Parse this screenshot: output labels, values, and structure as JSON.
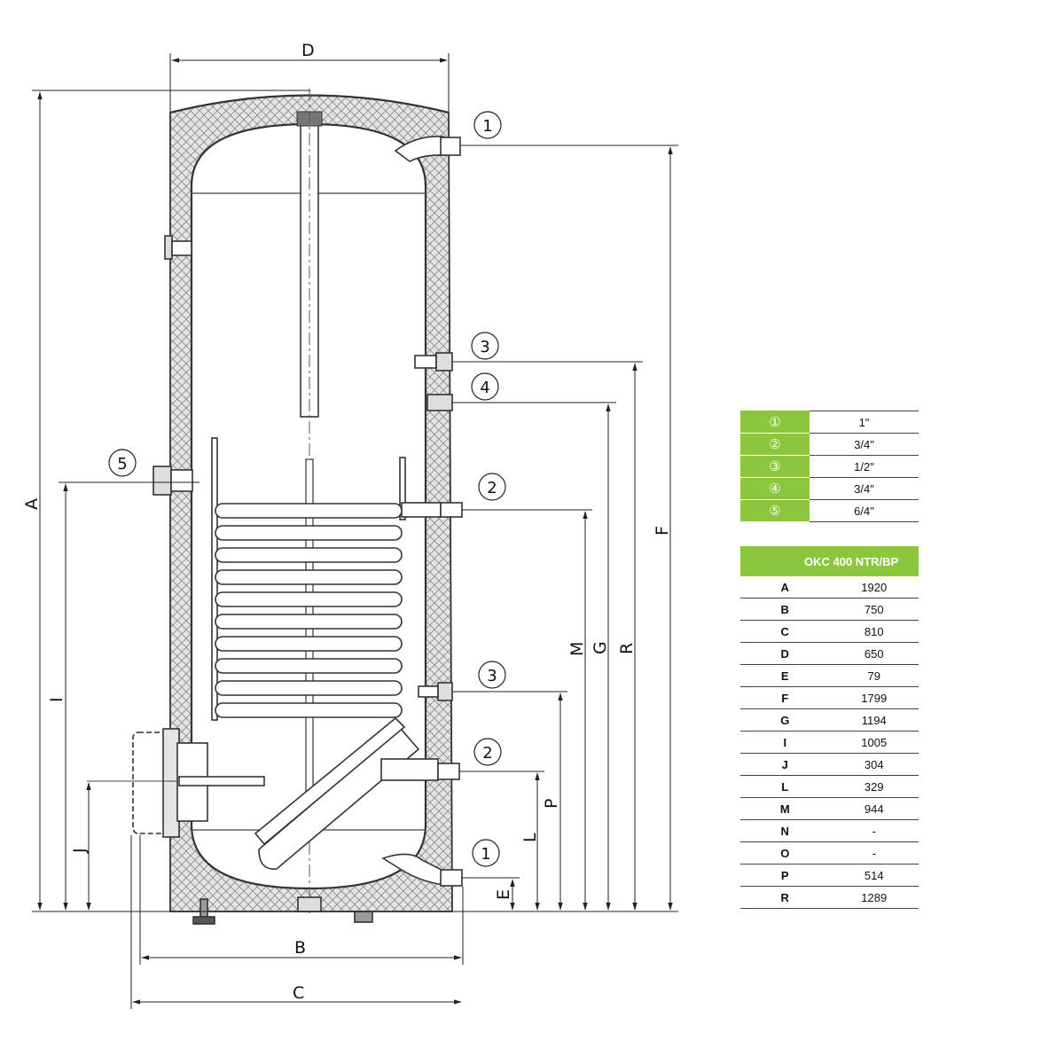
{
  "diagram": {
    "dimension_letters": {
      "D": "D",
      "A": "A",
      "F": "F",
      "R": "R",
      "G": "G",
      "M": "M",
      "I": "I",
      "J": "J",
      "P": "P",
      "L": "L",
      "E": "E",
      "B": "B",
      "C": "C"
    },
    "callouts": [
      {
        "id": "c1-top",
        "label": "1"
      },
      {
        "id": "c3-upper",
        "label": "3"
      },
      {
        "id": "c4",
        "label": "4"
      },
      {
        "id": "c5",
        "label": "5"
      },
      {
        "id": "c2-upper",
        "label": "2"
      },
      {
        "id": "c3-lower",
        "label": "3"
      },
      {
        "id": "c2-lower",
        "label": "2"
      },
      {
        "id": "c1-bottom",
        "label": "1"
      }
    ]
  },
  "connections_table": {
    "rows": [
      {
        "symbol": "①",
        "size": "1\""
      },
      {
        "symbol": "②",
        "size": "3/4\""
      },
      {
        "symbol": "③",
        "size": "1/2\""
      },
      {
        "symbol": "④",
        "size": "3/4\""
      },
      {
        "symbol": "⑤",
        "size": "6/4\""
      }
    ]
  },
  "dimensions_table": {
    "header": "OKC 400 NTR/BP",
    "rows": [
      {
        "key": "A",
        "value": "1920"
      },
      {
        "key": "B",
        "value": "750"
      },
      {
        "key": "C",
        "value": "810"
      },
      {
        "key": "D",
        "value": "650"
      },
      {
        "key": "E",
        "value": "79"
      },
      {
        "key": "F",
        "value": "1799"
      },
      {
        "key": "G",
        "value": "1194"
      },
      {
        "key": "I",
        "value": "1005"
      },
      {
        "key": "J",
        "value": "304"
      },
      {
        "key": "L",
        "value": "329"
      },
      {
        "key": "M",
        "value": "944"
      },
      {
        "key": "N",
        "value": "-"
      },
      {
        "key": "O",
        "value": "-"
      },
      {
        "key": "P",
        "value": "514"
      },
      {
        "key": "R",
        "value": "1289"
      }
    ]
  }
}
